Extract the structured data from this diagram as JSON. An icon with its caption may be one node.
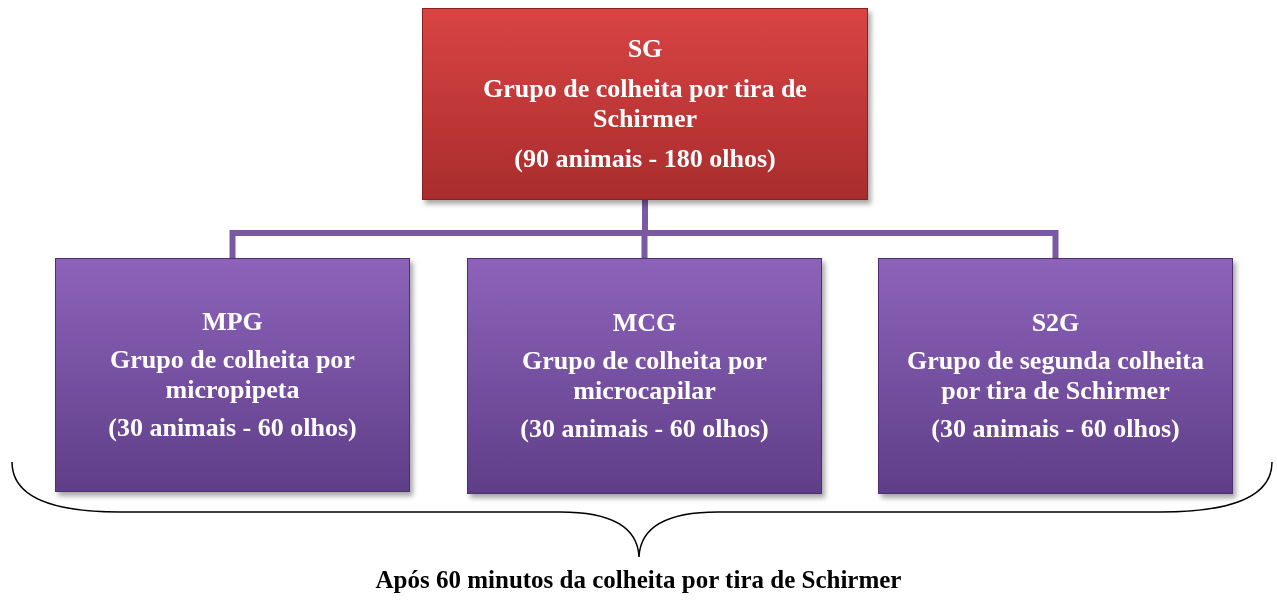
{
  "diagram": {
    "nodes": [
      {
        "text": [
          "SG",
          "Grupo de colheita por tira de Schirmer",
          "(90 animais - 180 olhos)"
        ]
      },
      {
        "text": [
          "MPG",
          "Grupo de colheita por micropipeta",
          "(30 animais - 60 olhos)"
        ]
      },
      {
        "text": [
          "MCG",
          "Grupo de colheita por microcapilar",
          "(30 animais - 60 olhos)"
        ]
      },
      {
        "text": [
          "S2G",
          "Grupo de segunda colheita por tira de Schirmer",
          "(30 animais - 60 olhos)"
        ]
      }
    ],
    "edges": [
      {
        "from": 0,
        "to": 1,
        "arrow": "none"
      },
      {
        "from": 0,
        "to": 2,
        "arrow": "none"
      },
      {
        "from": 0,
        "to": 3,
        "arrow": "none"
      }
    ],
    "labels": [
      "Após 60 minutos da colheita por tira de Schirmer"
    ]
  }
}
